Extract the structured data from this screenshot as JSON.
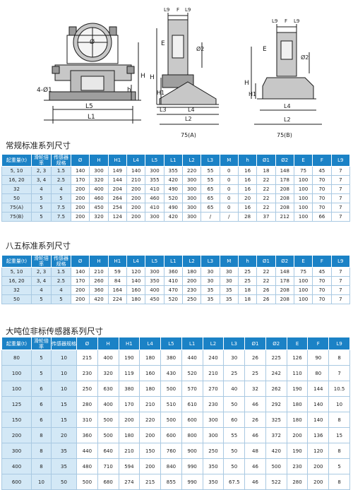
{
  "diagram": {
    "left_labels": [
      "4-Ø1",
      "L5",
      "L1",
      "Ø",
      "H",
      "h"
    ],
    "mid_labels": [
      "L9",
      "F",
      "L9",
      "E",
      "Ø2",
      "H",
      "H1",
      "L3",
      "L4",
      "L2",
      "75(A)"
    ],
    "right_labels": [
      "L9",
      "F",
      "L9",
      "E",
      "Ø2",
      "H",
      "H1",
      "L4",
      "L2",
      "75(B)"
    ]
  },
  "sections": [
    {
      "title": "常规标准系列尺寸",
      "headers": [
        "起重量(t)",
        "滑轮倍率",
        "传感器规格",
        "Ø",
        "H",
        "H1",
        "L4",
        "L5",
        "L1",
        "L2",
        "L3",
        "M",
        "h",
        "Ø1",
        "Ø2",
        "E",
        "F",
        "L9"
      ],
      "rows": [
        [
          "5, 10",
          "2, 3",
          "1.5",
          "140",
          "300",
          "149",
          "140",
          "300",
          "355",
          "220",
          "55",
          "0",
          "16",
          "18",
          "148",
          "75",
          "45",
          "7"
        ],
        [
          "16, 20",
          "3, 4",
          "2.5",
          "170",
          "320",
          "144",
          "210",
          "355",
          "420",
          "300",
          "55",
          "0",
          "16",
          "22",
          "178",
          "100",
          "70",
          "7"
        ],
        [
          "32",
          "4",
          "4",
          "200",
          "400",
          "204",
          "200",
          "410",
          "490",
          "300",
          "65",
          "0",
          "16",
          "22",
          "208",
          "100",
          "70",
          "7"
        ],
        [
          "50",
          "5",
          "5",
          "200",
          "460",
          "264",
          "200",
          "460",
          "520",
          "300",
          "65",
          "0",
          "20",
          "22",
          "208",
          "100",
          "70",
          "7"
        ],
        [
          "75(A)",
          "5",
          "7.5",
          "200",
          "450",
          "254",
          "200",
          "410",
          "490",
          "300",
          "65",
          "0",
          "16",
          "22",
          "208",
          "100",
          "70",
          "7"
        ],
        [
          "75(B)",
          "5",
          "7.5",
          "200",
          "320",
          "124",
          "200",
          "300",
          "420",
          "300",
          "/",
          "/",
          "28",
          "37",
          "212",
          "100",
          "66",
          "7"
        ]
      ]
    },
    {
      "title": "八五标准系列尺寸",
      "headers": [
        "起重量(t)",
        "滑轮倍率",
        "传感器规格",
        "Ø",
        "H",
        "H1",
        "L4",
        "L5",
        "L1",
        "L2",
        "L3",
        "M",
        "h",
        "Ø1",
        "Ø2",
        "E",
        "F",
        "L9"
      ],
      "rows": [
        [
          "5, 10",
          "2, 3",
          "1.5",
          "140",
          "210",
          "59",
          "120",
          "300",
          "360",
          "180",
          "30",
          "30",
          "25",
          "22",
          "148",
          "75",
          "45",
          "7"
        ],
        [
          "16, 20",
          "3, 4",
          "2.5",
          "170",
          "260",
          "84",
          "140",
          "350",
          "410",
          "200",
          "30",
          "30",
          "25",
          "22",
          "178",
          "100",
          "70",
          "7"
        ],
        [
          "32",
          "4",
          "4",
          "200",
          "360",
          "164",
          "160",
          "400",
          "470",
          "230",
          "35",
          "35",
          "18",
          "26",
          "208",
          "100",
          "70",
          "7"
        ],
        [
          "50",
          "5",
          "5",
          "200",
          "420",
          "224",
          "180",
          "450",
          "520",
          "250",
          "35",
          "35",
          "18",
          "26",
          "208",
          "100",
          "70",
          "7"
        ]
      ]
    },
    {
      "title": "大吨位非标传感器系列尺寸",
      "headers": [
        "起重量(t)",
        "滑轮倍率",
        "传感器规格",
        "Ø",
        "H",
        "H1",
        "L4",
        "L5",
        "L1",
        "L2",
        "L3",
        "Ø1",
        "Ø2",
        "E",
        "F",
        "L9"
      ],
      "rows": [
        [
          "80",
          "5",
          "10",
          "215",
          "400",
          "190",
          "180",
          "380",
          "440",
          "240",
          "30",
          "26",
          "225",
          "126",
          "90",
          "8"
        ],
        [
          "100",
          "5",
          "10",
          "230",
          "320",
          "119",
          "160",
          "430",
          "520",
          "210",
          "25",
          "25",
          "242",
          "110",
          "80",
          "7"
        ],
        [
          "100",
          "6",
          "10",
          "250",
          "630",
          "380",
          "180",
          "500",
          "570",
          "270",
          "40",
          "32",
          "262",
          "190",
          "144",
          "10.5"
        ],
        [
          "125",
          "6",
          "15",
          "280",
          "400",
          "170",
          "210",
          "510",
          "610",
          "230",
          "50",
          "46",
          "292",
          "180",
          "140",
          "10"
        ],
        [
          "150",
          "6",
          "15",
          "310",
          "500",
          "200",
          "220",
          "500",
          "600",
          "300",
          "60",
          "26",
          "325",
          "180",
          "140",
          "8"
        ],
        [
          "200",
          "8",
          "20",
          "360",
          "500",
          "180",
          "200",
          "600",
          "800",
          "300",
          "55",
          "46",
          "372",
          "200",
          "136",
          "15"
        ],
        [
          "300",
          "8",
          "35",
          "440",
          "640",
          "210",
          "150",
          "760",
          "900",
          "250",
          "50",
          "48",
          "420",
          "190",
          "120",
          "8"
        ],
        [
          "400",
          "8",
          "35",
          "480",
          "710",
          "594",
          "200",
          "840",
          "990",
          "350",
          "50",
          "46",
          "500",
          "230",
          "200",
          "5"
        ],
        [
          "600",
          "10",
          "50",
          "500",
          "680",
          "274",
          "215",
          "855",
          "990",
          "350",
          "67.5",
          "46",
          "522",
          "280",
          "200",
          "8"
        ]
      ]
    }
  ]
}
